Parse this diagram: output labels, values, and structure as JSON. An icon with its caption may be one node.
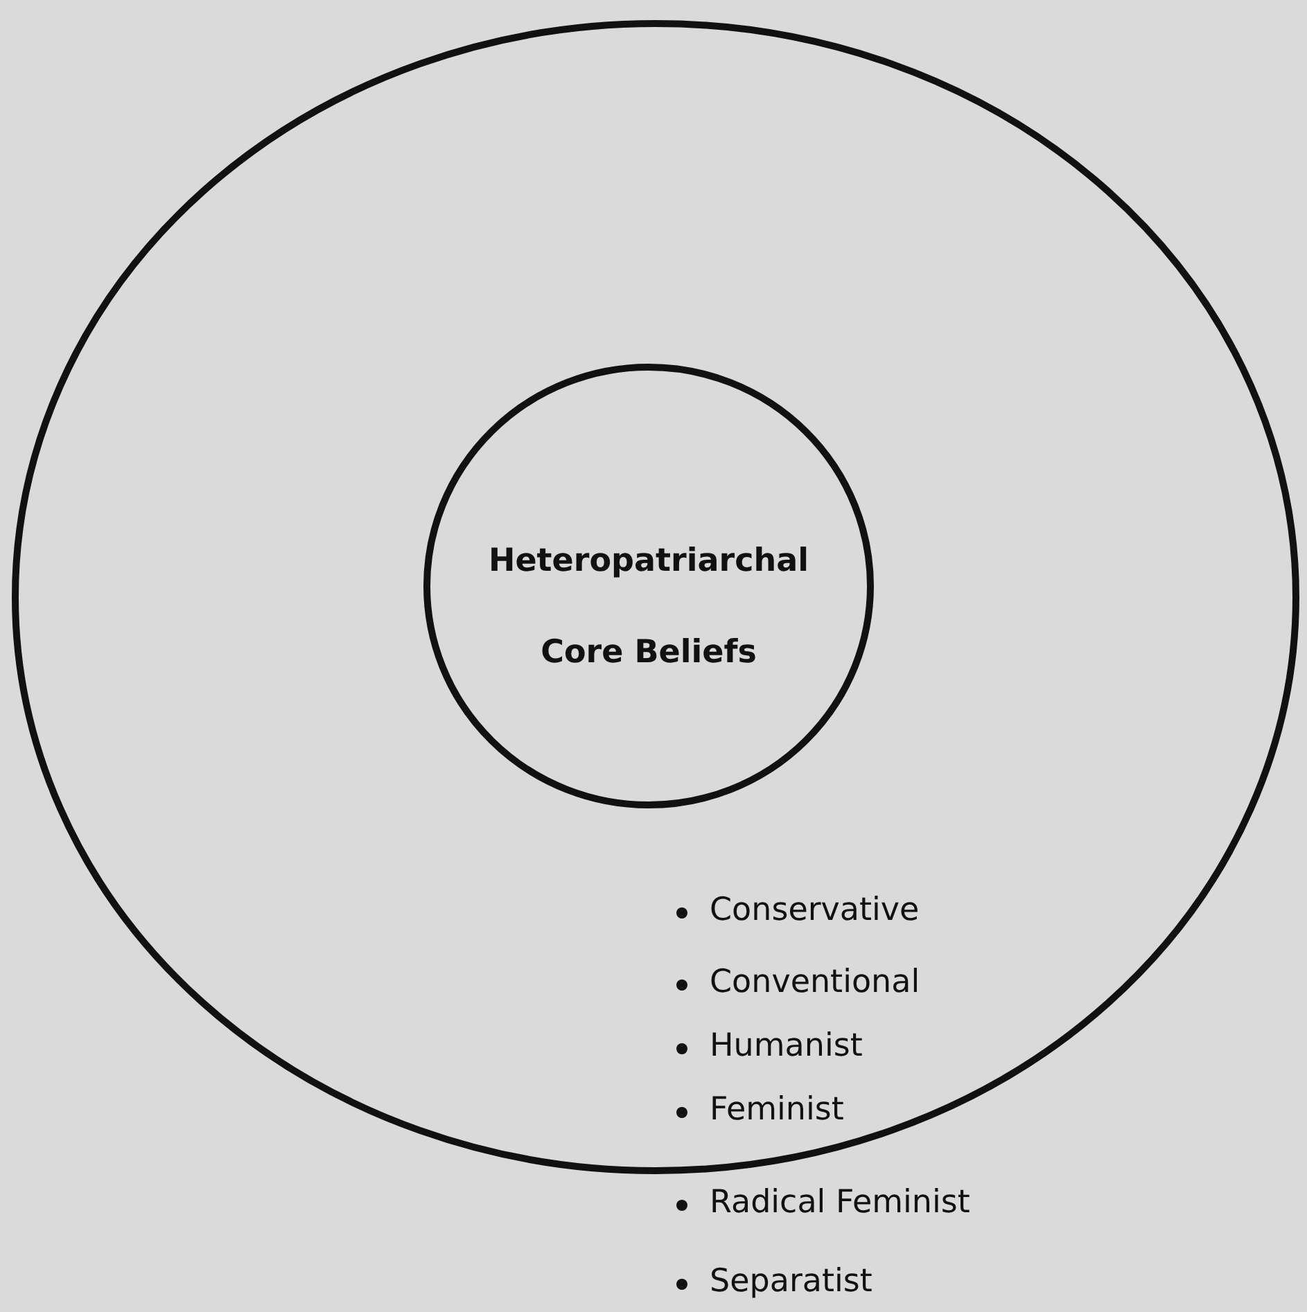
{
  "diagram": {
    "nodes": [
      {
        "text": [],
        "shape": "circle"
      },
      {
        "text": [
          "Heteropatriarchal",
          "Core Beliefs"
        ],
        "in": 0
      }
    ],
    "edges": [],
    "labels": [
      "Conservative",
      "Conventional",
      "Humanist",
      "Feminist",
      "Radical Feminist",
      "Separatist"
    ]
  }
}
